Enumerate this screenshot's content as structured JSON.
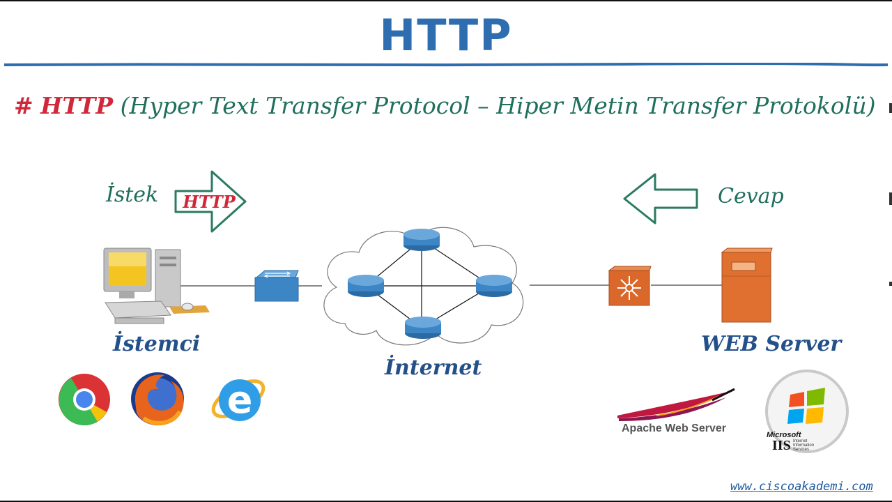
{
  "title": "HTTP",
  "subtitle": {
    "hash": "#",
    "protocol": "HTTP",
    "description": "(Hyper Text Transfer Protocol – Hiper Metin Transfer Protokolü)"
  },
  "request": {
    "label": "İstek",
    "arrow_text": "HTTP"
  },
  "response": {
    "label": "Cevap"
  },
  "client": {
    "label": "İstemci"
  },
  "network": {
    "label": "İnternet"
  },
  "server": {
    "label": "WEB Server"
  },
  "server_software": {
    "apache": "Apache Web Server",
    "iis_brand": "Microsoft",
    "iis_name": "IIS",
    "iis_desc_1": "Internet",
    "iis_desc_2": "Information",
    "iis_desc_3": "Services"
  },
  "footer": {
    "website": "www.ciscoakademi.com"
  },
  "colors": {
    "title": "#2e6eb0",
    "accent": "#d0283a",
    "text": "#1f6f5c",
    "device_blue": "#3d86c6",
    "device_orange": "#d9682a"
  }
}
